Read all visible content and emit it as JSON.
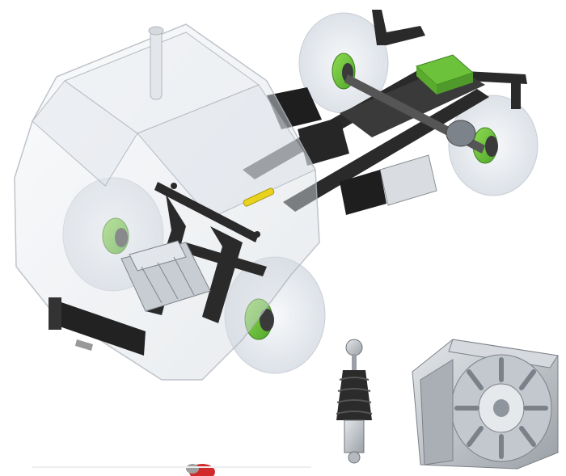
{
  "image": {
    "subjects": [
      "truck-chassis",
      "gear-shift-lever",
      "electric-motor"
    ]
  },
  "colors": {
    "background": "#ffffff",
    "wheel_hub_green": "#6cc23a",
    "frame_dark": "#2a2a2a",
    "cab_glass": "#dfe4ea",
    "tire_ghost": "#eef1f4",
    "motor_metal": "#b9bec4",
    "accent_yellow": "#e8d21c",
    "accent_red": "#d22a2a"
  }
}
